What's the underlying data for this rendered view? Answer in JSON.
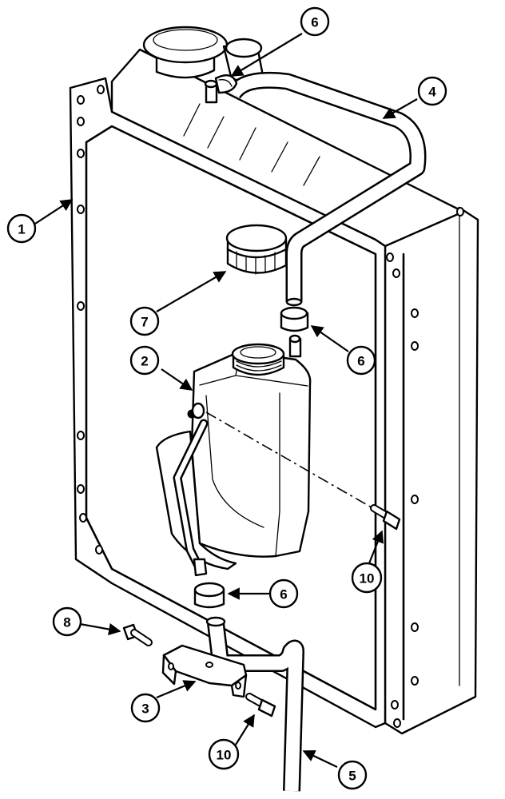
{
  "callouts": {
    "c1": "1",
    "c2": "2",
    "c3": "3",
    "c4": "4",
    "c5": "5",
    "c6a": "6",
    "c6b": "6",
    "c6c": "6",
    "c7": "7",
    "c8": "8",
    "c10a": "10",
    "c10b": "10"
  }
}
